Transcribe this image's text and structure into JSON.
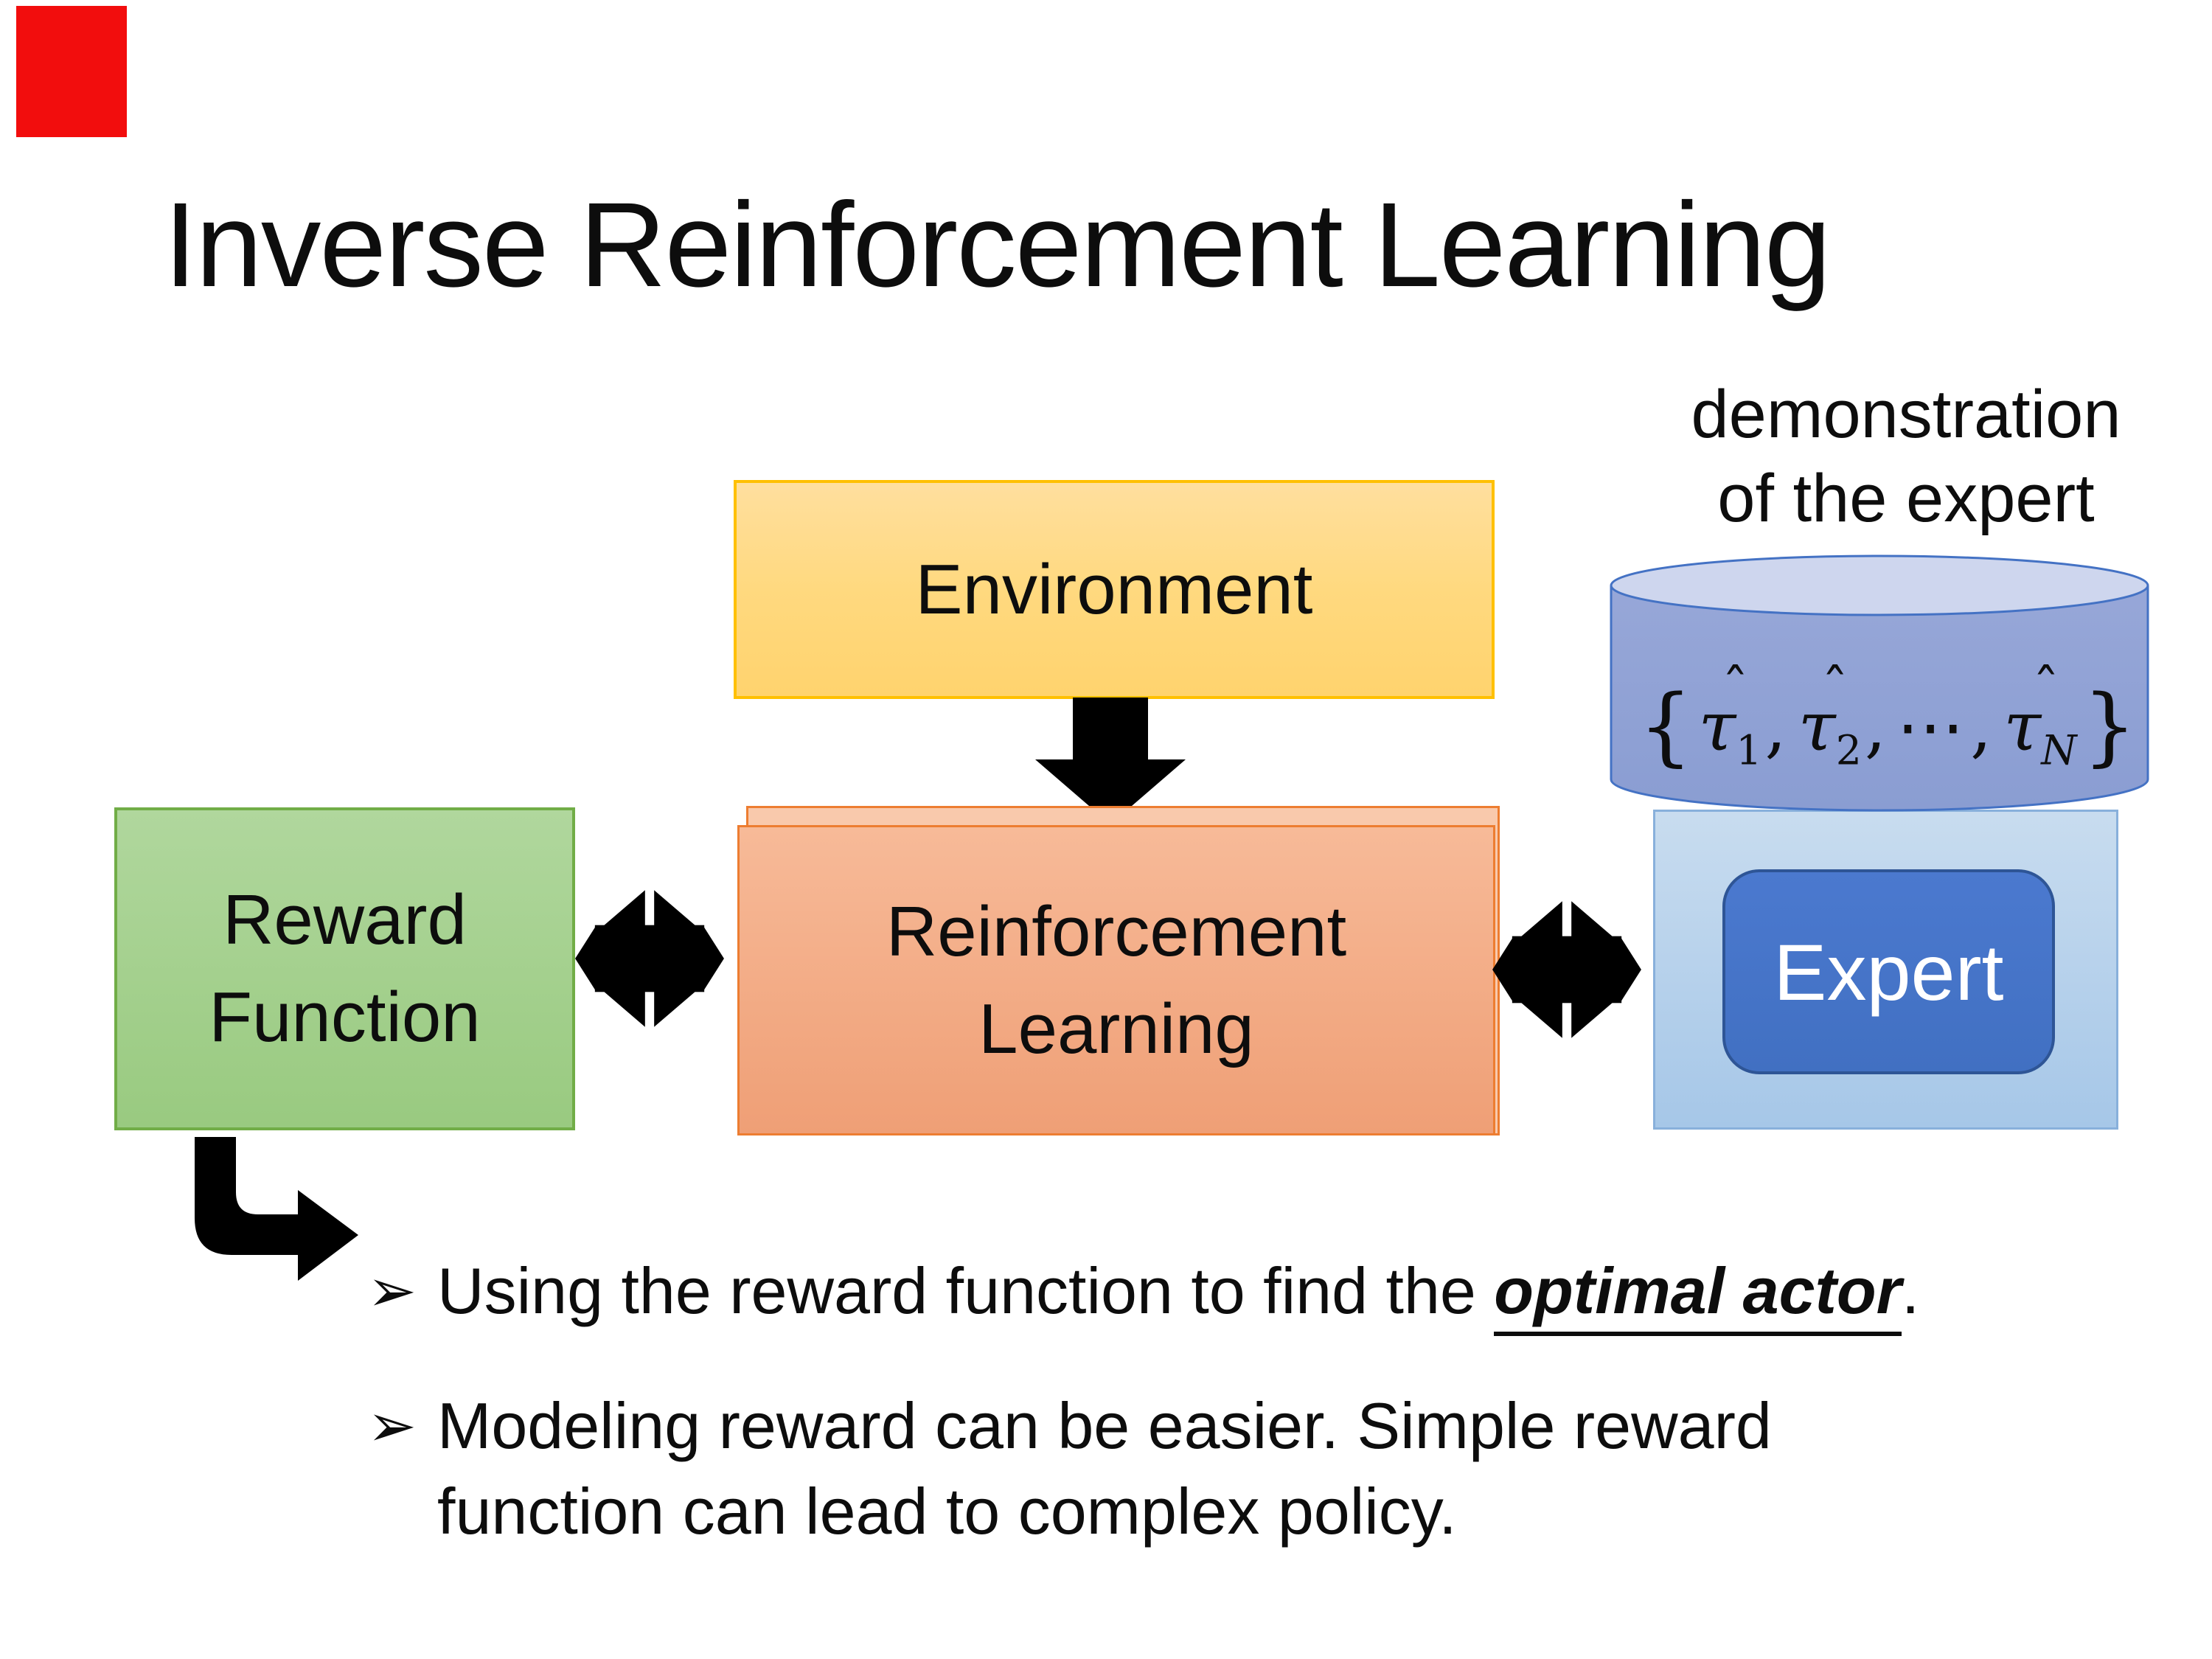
{
  "slide": {
    "title": "Inverse Reinforcement Learning"
  },
  "demo_label": {
    "line1": "demonstration",
    "line2": "of the expert"
  },
  "boxes": {
    "environment": {
      "label": "Environment"
    },
    "reward": {
      "line1": "Reward",
      "line2": "Function"
    },
    "reinforcement_learning": {
      "line1": "Reinforcement",
      "line2": "Learning"
    },
    "expert": {
      "label": "Expert"
    }
  },
  "trajectories": {
    "brace_open": "{",
    "brace_close": "}",
    "tau": "τ",
    "hat": "ˆ",
    "sub_1": "1",
    "sub_2": "2",
    "sub_n": "N",
    "comma": ",",
    "dots": "⋯"
  },
  "bullets": {
    "marker": "➢",
    "item1": {
      "prefix": "Using the reward function to find the ",
      "emphasis": "optimal actor",
      "suffix": "."
    },
    "item2": {
      "line1": "Modeling reward can be easier. Simple reward",
      "line2": "function can lead to complex policy."
    }
  },
  "colors": {
    "red_marker": "#F20D0D",
    "environment_fill": "#FFD97F",
    "environment_border": "#FFC000",
    "reward_fill": "#A9D18E",
    "reward_border": "#71AD47",
    "rl_fill": "#F4AC87",
    "rl_border": "#ED7D31",
    "expert_container_fill": "#BCD5EC",
    "expert_fill": "#4472C4",
    "expert_border": "#2E5596",
    "cylinder_fill": "#90A2D4",
    "cylinder_top_fill": "#CED6EE",
    "cylinder_border": "#4472C4",
    "arrow_black": "#000000"
  }
}
